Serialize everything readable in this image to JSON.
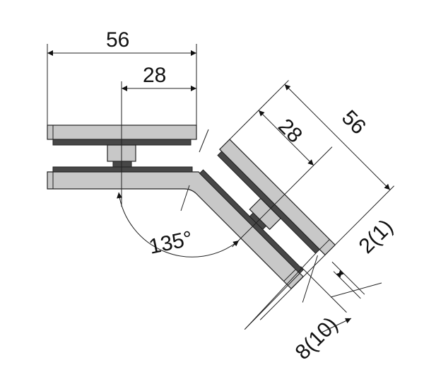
{
  "drawing": {
    "title": "135 degree glass-to-glass clamp",
    "dimensions": {
      "overall_width": "56",
      "center_offset": "28",
      "angled_overall": "56",
      "angled_center": "28",
      "gasket": "2(1)",
      "glass_thickness": "8(10)",
      "angle": "135°"
    },
    "colors": {
      "plate": "#c8c8c8",
      "gasket": "#474747",
      "line": "#222222"
    }
  }
}
